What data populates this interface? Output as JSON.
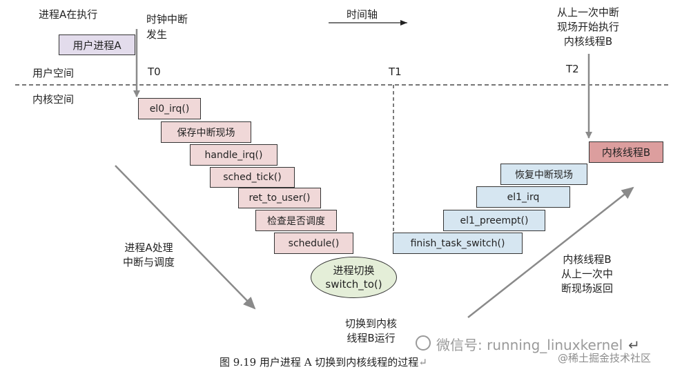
{
  "labels": {
    "process_a_running": "进程A在执行",
    "clock_interrupt_1": "时钟中断",
    "clock_interrupt_2": "发生",
    "timeline": "时间轴",
    "resume_1": "从上一次中断",
    "resume_2": "现场开始执行",
    "resume_3": "内核线程B",
    "user_space": "用户空间",
    "kernel_space": "内核空间",
    "t0": "T0",
    "t1": "T1",
    "t2": "T2",
    "handle_1": "进程A处理",
    "handle_2": "中断与调度",
    "return_1": "内核线程B",
    "return_2": "从上一次中",
    "return_3": "断现场返回",
    "switch_1": "切换到内核",
    "switch_2": "线程B运行"
  },
  "boxes": {
    "user_process_a": "用户进程A",
    "kernel_thread_b": "内核线程B"
  },
  "left_steps": [
    "el0_irq()",
    "保存中断现场",
    "handle_irq()",
    "sched_tick()",
    "ret_to_user()",
    "检查是否调度",
    "schedule()"
  ],
  "right_steps": [
    "恢复中断现场",
    "el1_irq",
    "el1_preempt()",
    "finish_task_switch()"
  ],
  "switch_node": {
    "line1": "进程切换",
    "line2": "switch_to()"
  },
  "caption": "图 9.19    用户进程 A 切换到内核线程的过程",
  "caption_mark": "↵",
  "watermark": {
    "wechat": "微信号: running_linuxkernel",
    "wechat_mark": "↵",
    "site": "@稀土掘金技术社区"
  },
  "colors": {
    "user_box": "#e3dcec",
    "left_steps": "#f0d8d8",
    "right_steps": "#d6e6f1",
    "kernel_thread_box": "#dc9e9e",
    "switch_node": "#e4eed8",
    "arrows": "#8a8a8a"
  }
}
